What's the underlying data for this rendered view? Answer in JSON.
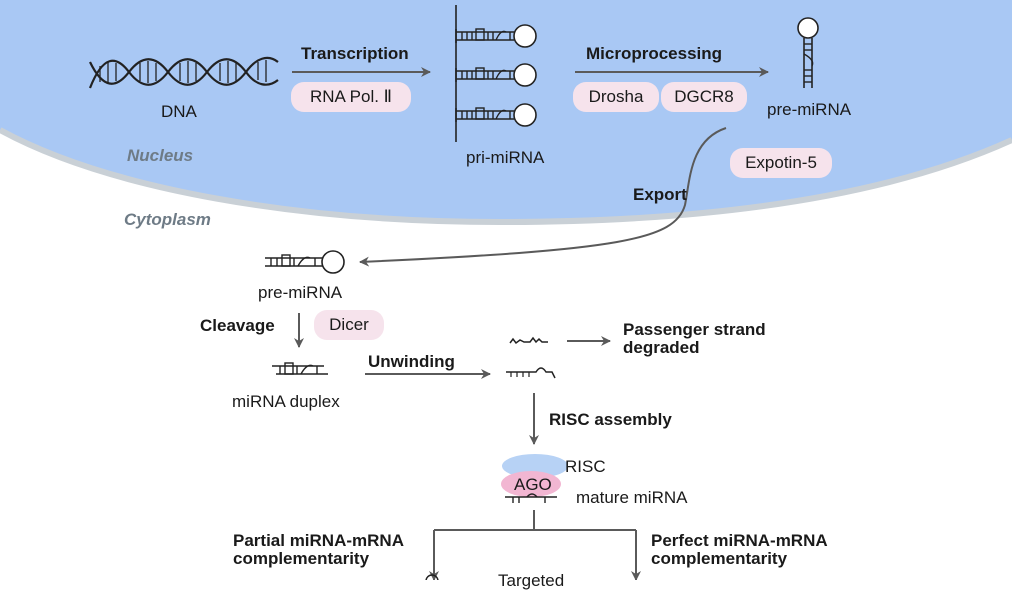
{
  "regions": {
    "nucleus": "Nucleus",
    "cytoplasm": "Cytoplasm"
  },
  "labels": {
    "dna": "DNA",
    "pri_mirna": "pri-miRNA",
    "pre_mirna_nucleus": "pre-miRNA",
    "pre_mirna_cyto": "pre-miRNA",
    "mirna_duplex": "miRNA duplex",
    "risc": "RISC",
    "ago": "AGO",
    "mature_mirna": "mature miRNA",
    "target_fragment": "Targeted"
  },
  "steps": {
    "transcription": "Transcription",
    "microprocessing": "Microprocessing",
    "export": "Export",
    "cleavage": "Cleavage",
    "unwinding": "Unwinding",
    "risc_assembly": "RISC assembly",
    "passenger_line1": "Passenger strand",
    "passenger_line2": "degraded",
    "partial_line1": "Partial miRNA-mRNA",
    "partial_line2": "complementarity",
    "perfect_line1": "Perfect miRNA-mRNA",
    "perfect_line2": "complementarity"
  },
  "enzymes": {
    "rna_pol": "RNA Pol. Ⅱ",
    "drosha": "Drosha",
    "dgcr8": "DGCR8",
    "expotin": "Expotin-5",
    "dicer": "Dicer"
  },
  "colors": {
    "nucleus_fill": "#a9c8f4",
    "nucleus_edge": "#c7cfd6",
    "pill_fill": "#f6e3ec",
    "risc_fill": "#b7d2f5",
    "ago_fill": "#f2b6d2",
    "arrow": "#5a5a5a"
  }
}
